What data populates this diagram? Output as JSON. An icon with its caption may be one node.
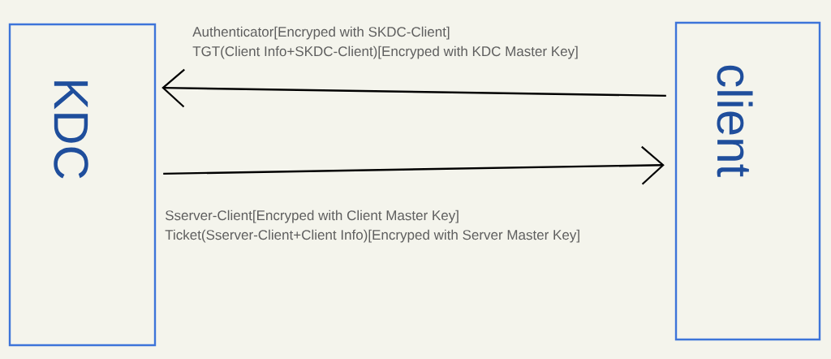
{
  "diagram": {
    "nodes": [
      {
        "text": [
          "KDC"
        ]
      },
      {
        "text": [
          "client"
        ]
      }
    ],
    "edges": [
      {
        "from": 1,
        "to": 0,
        "arrow": "to"
      },
      {
        "from": 0,
        "to": 1,
        "arrow": "to"
      }
    ],
    "labels": [
      "Authenticator[Encryped with SKDC-Client]",
      "TGT(Client Info+SKDC-Client)[Encryped with KDC Master Key]",
      "Sserver-Client[Encryped with Client Master Key]",
      "Ticket(Sserver-Client+Client Info)[Encryped with Server Master Key]"
    ]
  }
}
